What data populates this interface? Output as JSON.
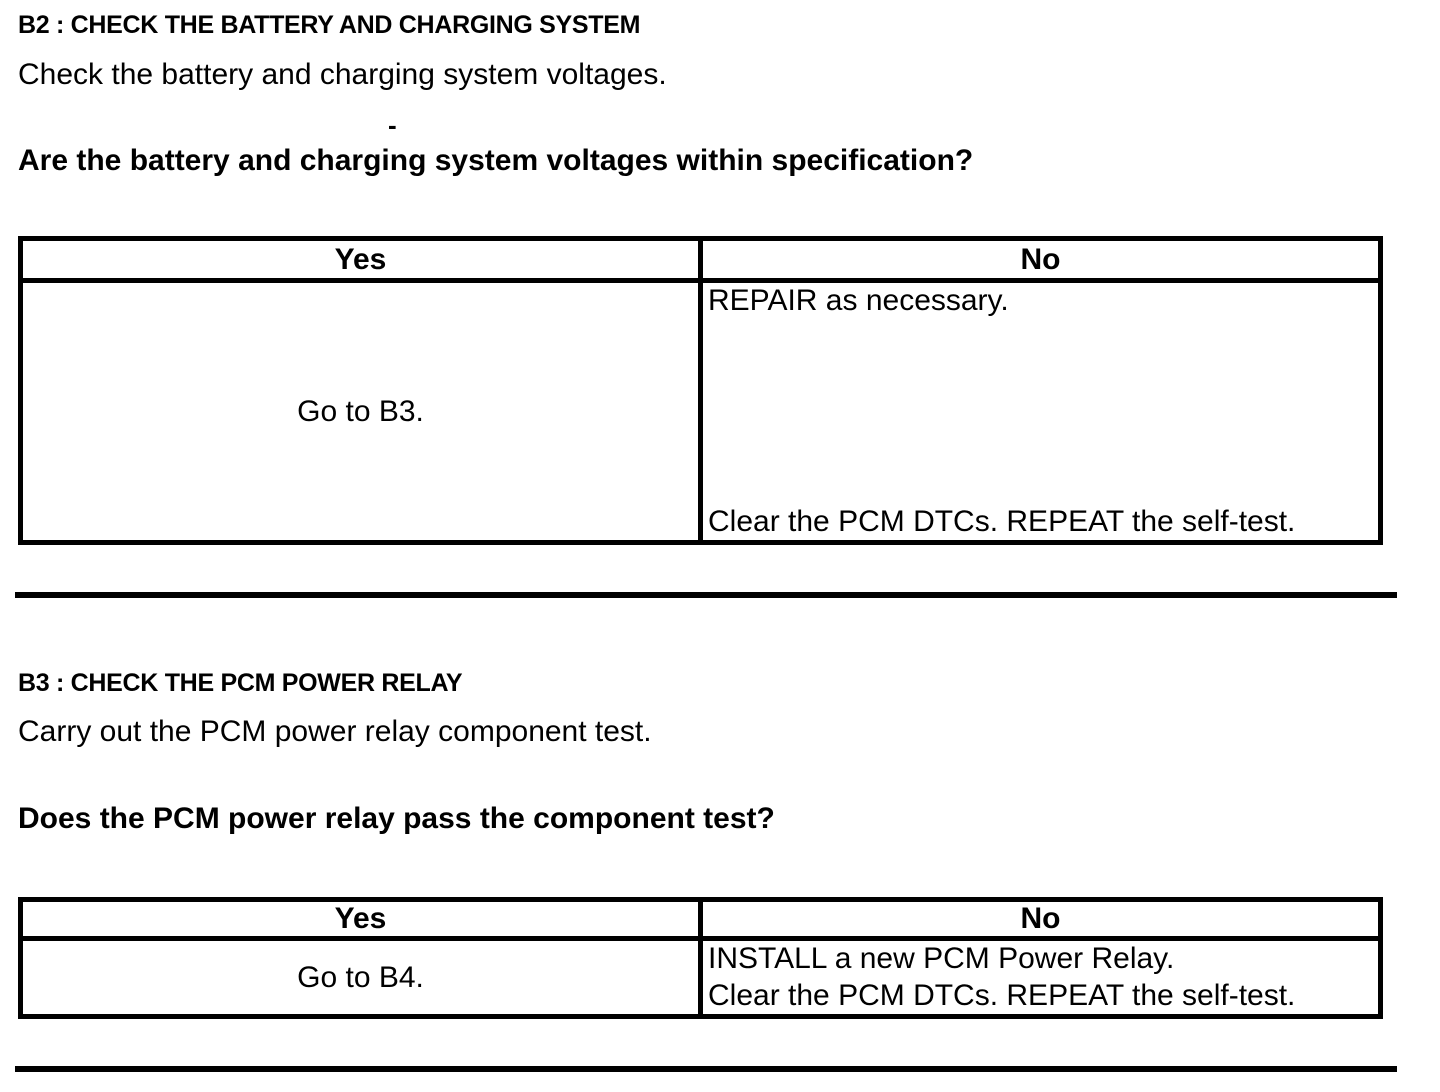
{
  "page": {
    "background_color": "#ffffff",
    "text_color": "#000000",
    "stray_mark": "-"
  },
  "sections": [
    {
      "id": "B2",
      "heading": "B2 : CHECK THE BATTERY AND CHARGING SYSTEM",
      "instruction": "Check the battery and charging system voltages.",
      "question": "Are the battery and charging system voltages within specification?",
      "table": {
        "columns": [
          "Yes",
          "No"
        ],
        "yes_action": "Go to B3.",
        "no_actions": [
          "REPAIR as necessary.",
          "Clear the PCM DTCs. REPEAT the self-test."
        ]
      }
    },
    {
      "id": "B3",
      "heading": "B3 : CHECK THE PCM POWER RELAY",
      "instruction": "Carry out the PCM power relay component test.",
      "question": "Does the PCM power relay pass the component test?",
      "table": {
        "columns": [
          "Yes",
          "No"
        ],
        "yes_action": "Go to B4.",
        "no_actions": [
          "INSTALL a new PCM Power Relay.",
          "Clear the PCM DTCs. REPEAT the self-test."
        ]
      }
    }
  ]
}
